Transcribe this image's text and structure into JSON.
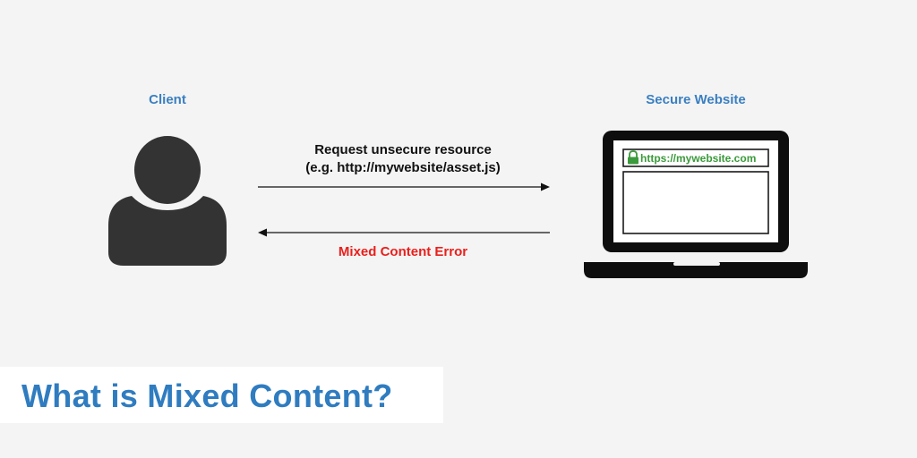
{
  "client": {
    "label": "Client"
  },
  "server": {
    "label": "Secure Website",
    "url": "https://mywebsite.com"
  },
  "request": {
    "line1": "Request unsecure resource",
    "line2": "(e.g. http://mywebsite/asset.js)"
  },
  "response": {
    "error": "Mixed Content Error"
  },
  "title": "What is Mixed Content?",
  "colors": {
    "accent": "#3a7fc1",
    "error": "#e8201c",
    "secure": "#3b9a3b",
    "icon": "#333333"
  }
}
